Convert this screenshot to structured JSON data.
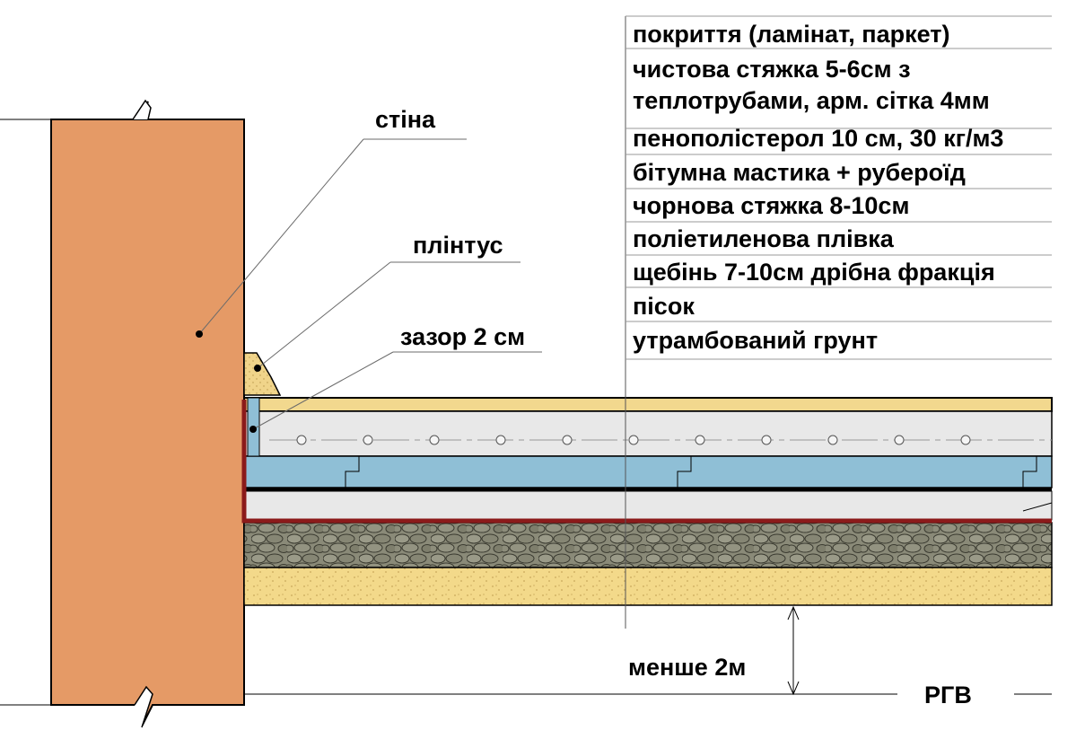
{
  "layers_table": {
    "items": [
      {
        "label": "покриття (ламінат, паркет)"
      },
      {
        "label": "чистова стяжка 5-6см з"
      },
      {
        "label": "теплотрубами, арм. сітка 4мм"
      },
      {
        "label": "пенополістерол 10 см, 30 кг/м3"
      },
      {
        "label": "бітумна мастика + руберoїд"
      },
      {
        "label": "чорнова стяжка 8-10см"
      },
      {
        "label": "поліетиленова плівка"
      },
      {
        "label": "щебінь 7-10см дрібна фракція"
      },
      {
        "label": "пісок"
      },
      {
        "label": "утрамбований грунт"
      }
    ]
  },
  "callouts": {
    "wall": "стіна",
    "plinth": "плінтус",
    "gap": "зазор 2 см"
  },
  "dimension": {
    "label": "менше 2м"
  },
  "groundwater": {
    "label": "РГВ"
  },
  "colors": {
    "wall": "#e59a66",
    "finish_coating": "#f2d88e",
    "finish_screed": "#e6e6e6",
    "insulation": "#8fbfd6",
    "rough_screed": "#e6e6e6",
    "waterproofing": "#8b1a1a",
    "gravel": "#7a7a6a",
    "sand": "#f3d98a",
    "plinth": "#f0d48a"
  }
}
